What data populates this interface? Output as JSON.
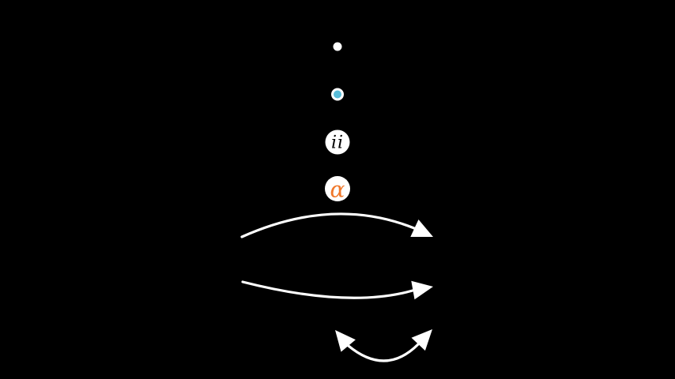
{
  "scene": {
    "background_color": "#000000",
    "nodes": [
      {
        "id": "small-dot",
        "type": "dot",
        "fill": "#FFFFFF",
        "stroke": "none",
        "label": ""
      },
      {
        "id": "blue-dot",
        "type": "dot",
        "fill": "#58BCD8",
        "stroke": "#FFFFFF",
        "label": ""
      },
      {
        "id": "labeled-dot-ii",
        "type": "labeled-circle",
        "fill": "#FFFFFF",
        "stroke": "none",
        "label": "ii",
        "label_color": "#000000"
      },
      {
        "id": "labeled-dot-alpha",
        "type": "labeled-circle",
        "fill": "#FFFFFF",
        "stroke": "none",
        "label": "α",
        "label_color": "#F0782B"
      }
    ],
    "arrows": [
      {
        "id": "curved-arrow-top",
        "style": "arc bowed up, single head pointing right-down",
        "color": "#FFFFFF"
      },
      {
        "id": "curved-arrow-middle",
        "style": "arc bowed down, single head pointing right-up",
        "color": "#FFFFFF"
      },
      {
        "id": "curved-double-arrow",
        "style": "arc bowed down, heads on both ends pointing up-left and up-right",
        "color": "#FFFFFF"
      }
    ]
  }
}
